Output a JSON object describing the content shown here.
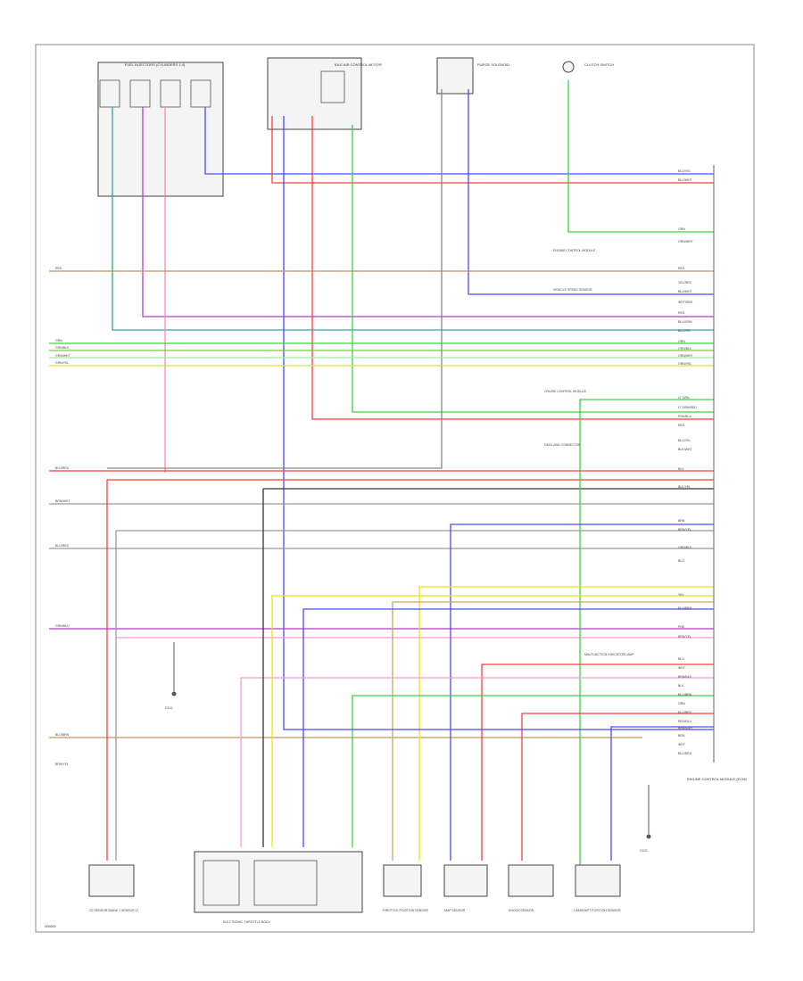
{
  "diagram": {
    "page_id": "W0000",
    "top_components": [
      "FUEL INJECTORS (CYLINDERS 1-4)",
      "IDLE AIR CONTROL MOTOR",
      "PURGE SOLENOID",
      "CLUTCH SWITCH"
    ],
    "left_labels": [
      "RED",
      "GRN",
      "GRN/BLK",
      "GRN/WHT",
      "GRN/YEL",
      "BLU/RED",
      "BRN/WHT",
      "BLU/RED",
      "GRN/BLU",
      "BLU/BRN",
      "BRN/YEL"
    ],
    "right_labels": [
      "BLU/YEL",
      "BLU/WHT",
      "GRN",
      "GRN/WHT",
      "RED",
      "YEL/RED",
      "BLU/WHT",
      "WHT/RED",
      "RED",
      "BLU/GRN",
      "BLU/YEL",
      "GRN",
      "GRN/BLK",
      "GRN/WHT",
      "GRN/YEL",
      "LT GRN",
      "LT GRN/RED",
      "PNK/BLU",
      "RED",
      "BLU/YEL",
      "BLK/WHT",
      "BLK",
      "BLK/YEL",
      "BRN",
      "BRN/YEL",
      "GRN/BLK",
      "BLU",
      "YEL",
      "BLU/BRN",
      "PNK",
      "BRN/YEL",
      "BLU",
      "WHT",
      "BRN/BLK",
      "BLK",
      "BLU/BRN",
      "GRN",
      "BLU/RED",
      "RED/BLU",
      "BRN/WHT",
      "BRN",
      "WHT",
      "BLU/RED"
    ],
    "mid_notes": [
      "ENGINE CONTROL MODULE",
      "VEHICLE SPEED SENSOR",
      "CRUISE CONTROL MODULE",
      "DATA LINK CONNECTOR",
      "MALFUNCTION INDICATOR LAMP"
    ],
    "bottom_components": [
      "O2 SENSOR (BANK 1 SENSOR 1)",
      "ELECTRONIC THROTTLE BODY",
      "THROTTLE POSITION SENSOR",
      "MAP SENSOR",
      "KNOCK SENSOR",
      "CAMSHAFT POSITION SENSOR"
    ],
    "ground_labels": [
      "G101",
      "G102"
    ],
    "ecm_label": "ENGINE CONTROL MODULE (ECM)",
    "colors": {
      "red": "#ff3b3b",
      "blue": "#4a4aff",
      "green": "#3fd23f",
      "yellow": "#e8e800",
      "brown": "#c8925a",
      "purple": "#b03bd6",
      "teal": "#2aa7a7",
      "gray": "#9a9a9a",
      "black": "#333333",
      "pink": "#ff9ad0"
    }
  }
}
